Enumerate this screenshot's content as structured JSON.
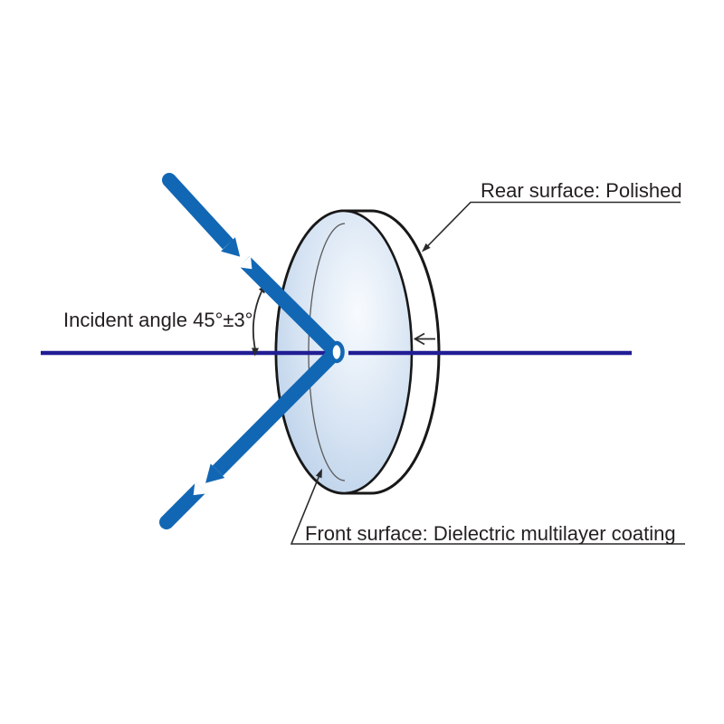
{
  "diagram": {
    "type": "optical-mirror-schematic",
    "labels": {
      "rear_surface": "Rear surface: Polished",
      "incident_angle": "Incident angle 45°±3°",
      "front_surface": "Front surface: Dielectric multilayer coating"
    },
    "values": {
      "incident_angle": "45°±3°"
    },
    "icons": {
      "incident_ray_arrowhead": "chevron-arrow-down-right",
      "reflected_ray_arrowhead": "chevron-arrow-down-left",
      "incident_angle_arc": "double-headed-arc-arrow",
      "rear_surface_pointer": "leader-arrow",
      "front_surface_pointer": "leader-arrow",
      "beam_direction_arrow": "left-arrow"
    }
  },
  "colors": {
    "ray_blue": "#1267b4",
    "axis_navy": "#201d94",
    "outline": "#181818",
    "leader": "#2a2a2a",
    "text": "#231f20",
    "curvature_gray": "#5a5a5a",
    "disc_highlight": "#f8fbfe",
    "disc_mid": "#d7e4f3",
    "disc_edge": "#a7c3e3",
    "background": "#ffffff"
  }
}
